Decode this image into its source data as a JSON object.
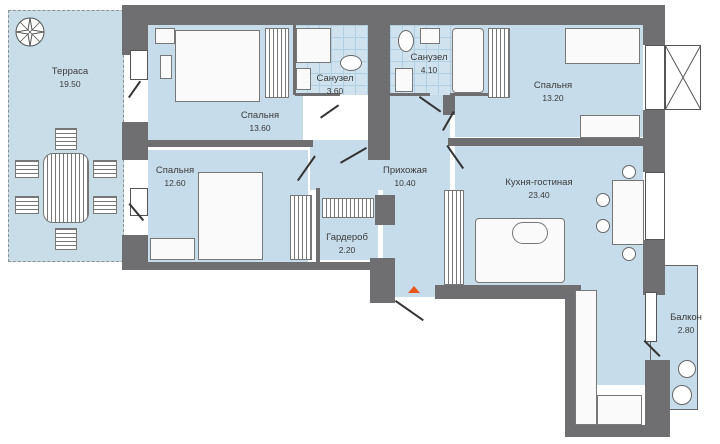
{
  "plan": {
    "title": "Apartment floor plan",
    "colors": {
      "room_fill": "#c6dcea",
      "wall": "#6f6f71",
      "entrance_marker": "#e8561c",
      "label_text": "#3b3b3b"
    },
    "rooms": [
      {
        "id": "terrace",
        "name": "Терраса",
        "area": "19.50"
      },
      {
        "id": "bedroom-1",
        "name": "Спальня",
        "area": "13.60"
      },
      {
        "id": "bathroom-1",
        "name": "Санузел",
        "area": "3.60"
      },
      {
        "id": "bathroom-2",
        "name": "Санузел",
        "area": "4.10"
      },
      {
        "id": "bedroom-2",
        "name": "Спальня",
        "area": "13.20"
      },
      {
        "id": "bedroom-3",
        "name": "Спальня",
        "area": "12.60"
      },
      {
        "id": "hallway",
        "name": "Прихожая",
        "area": "10.40"
      },
      {
        "id": "wardrobe",
        "name": "Гардероб",
        "area": "2.20"
      },
      {
        "id": "kitchen-living",
        "name": "Кухня-гостиная",
        "area": "23.40"
      },
      {
        "id": "balcony",
        "name": "Балкон",
        "area": "2.80"
      }
    ],
    "icons": {
      "entrance": "entrance-triangle-icon",
      "plant": "plant-icon"
    }
  }
}
